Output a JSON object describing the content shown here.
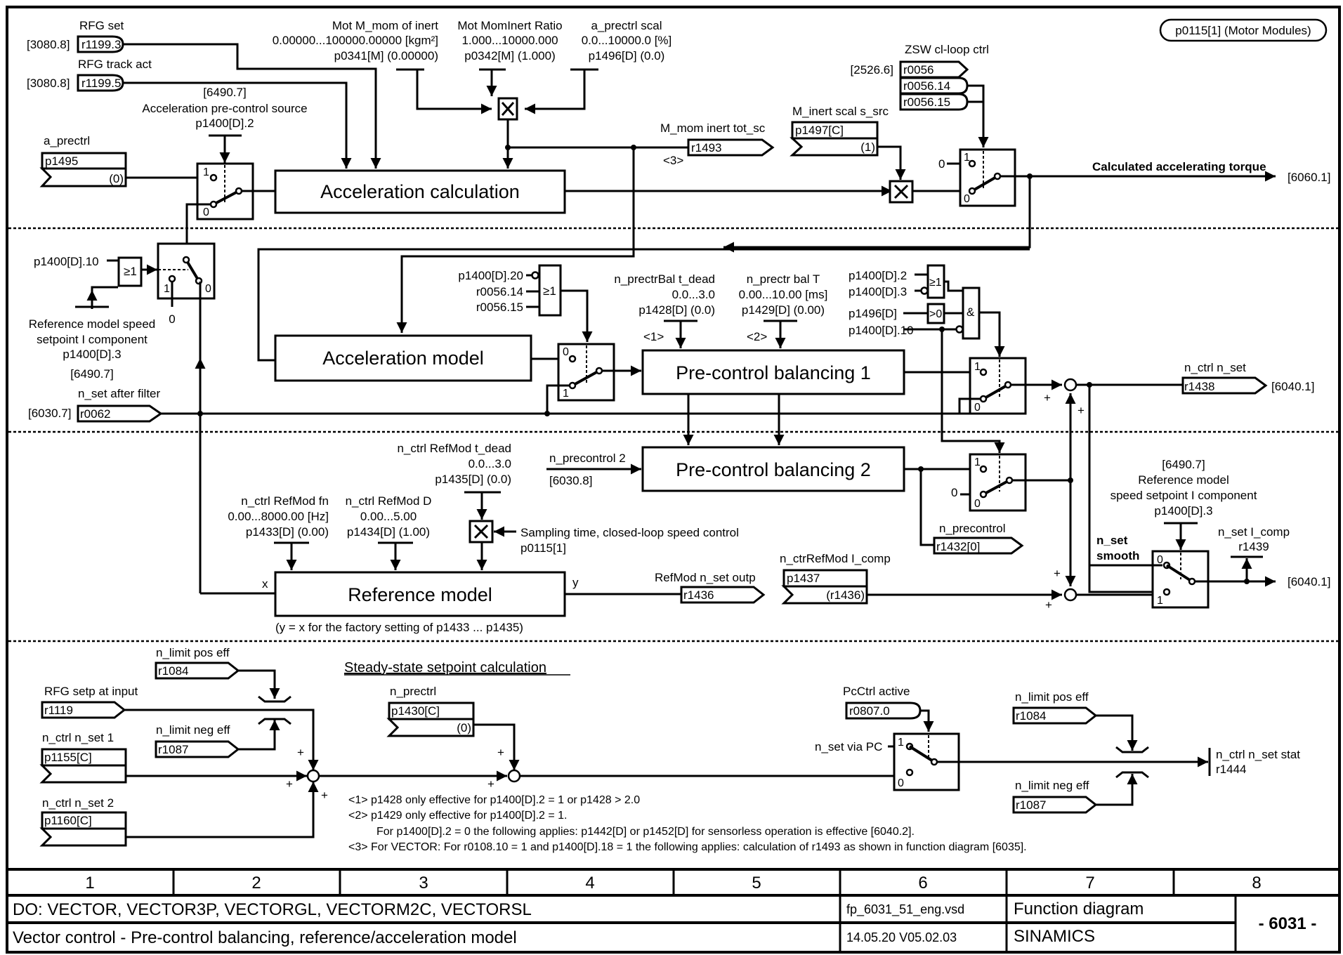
{
  "header": {
    "sampling_badge": "p0115[1] (Motor Modules)"
  },
  "section1": {
    "rfg_set_label": "RFG set",
    "rfg_set_ref": "[3080.8]",
    "rfg_set_param": "r1199.3",
    "rfg_track_label": "RFG track act",
    "rfg_track_ref": "[3080.8]",
    "rfg_track_param": "r1199.5",
    "mot_inert_label": "Mot M_mom of inert",
    "mot_inert_range": "0.00000...100000.00000 [kgm²]",
    "mot_inert_param": "p0341[M] (0.00000)",
    "mominert_ratio_label": "Mot MomInert Ratio",
    "mominert_ratio_range": "1.000...10000.000",
    "mominert_ratio_param": "p0342[M] (1.000)",
    "a_prectrl_scal_label": "a_prectrl scal",
    "a_prectrl_scal_range": "0.0...10000.0 [%]",
    "a_prectrl_scal_param": "p1496[D] (0.0)",
    "accel_source_ref": "[6490.7]",
    "accel_source_label": "Acceleration pre-control source",
    "accel_source_param": "p1400[D].2",
    "a_prectrl_label": "a_prectrl",
    "a_prectrl_param": "p1495",
    "a_prectrl_default": "(0)",
    "accel_calc_block": "Acceleration calculation",
    "m_mom_tot_label": "M_mom inert tot_sc",
    "m_mom_tot_param": "r1493",
    "m_mom_tot_note": "<3>",
    "m_inert_scal_label": "M_inert scal s_src",
    "m_inert_scal_param": "p1497[C]",
    "m_inert_scal_default": "(1)",
    "zsw_label": "ZSW cl-loop ctrl",
    "zsw_ref": "[2526.6]",
    "zsw_param": "r0056",
    "zsw_bit14": "r0056.14",
    "zsw_bit15": "r0056.15",
    "switch_const_zero": "0",
    "calc_torque_label": "Calculated accelerating torque",
    "calc_torque_ref": "[6060.1]"
  },
  "section2": {
    "p1400_10": "p1400[D].10",
    "or_gate": "≥1",
    "ref_model_speed_label_1": "Reference model speed",
    "ref_model_speed_label_2": "setpoint I component",
    "ref_model_speed_param": "p1400[D].3",
    "ref_model_speed_ref": "[6490.7]",
    "n_set_after_filter_label": "n_set after filter",
    "n_set_after_filter_ref": "[6030.7]",
    "n_set_after_filter_param": "r0062",
    "const_zero": "0",
    "accel_model_block": "Acceleration model",
    "or2_in1": "p1400[D].20",
    "or2_in2": "r0056.14",
    "or2_in3": "r0056.15",
    "bal_tdead_label": "n_prectrBal t_dead",
    "bal_tdead_range": "0.0...3.0",
    "bal_tdead_param": "p1428[D] (0.0)",
    "bal_tdead_note": "<1>",
    "bal_T_label": "n_prectr bal T",
    "bal_T_range": "0.00...10.00 [ms]",
    "bal_T_param": "p1429[D] (0.00)",
    "bal_T_note": "<2>",
    "precontrol_bal1_block": "Pre-control balancing 1",
    "logic_in1": "p1400[D].2",
    "logic_in2": "p1400[D].3",
    "logic_in3": "p1496[D]",
    "logic_in4": "p1400[D].10",
    "gt0_gate": ">0",
    "and_gate": "&",
    "n_ctrl_n_set_label": "n_ctrl n_set",
    "n_ctrl_n_set_param": "r1438",
    "n_ctrl_n_set_ref": "[6040.1]",
    "plus": "+"
  },
  "section3": {
    "refmod_tdead_label": "n_ctrl RefMod t_dead",
    "refmod_tdead_range": "0.0...3.0",
    "refmod_tdead_param": "p1435[D] (0.0)",
    "n_precontrol2_label": "n_precontrol 2",
    "n_precontrol2_ref": "[6030.8]",
    "precontrol_bal2_block": "Pre-control balancing 2",
    "refmod_fn_label": "n_ctrl RefMod fn",
    "refmod_fn_range": "0.00...8000.00 [Hz]",
    "refmod_fn_param": "p1433[D] (0.00)",
    "refmod_D_label": "n_ctrl RefMod D",
    "refmod_D_range": "0.00...5.00",
    "refmod_D_param": "p1434[D] (1.00)",
    "sampling_label": "Sampling time, closed-loop speed control",
    "sampling_param": "p0115[1]",
    "ref_model_block": "Reference model",
    "ref_model_x": "x",
    "ref_model_y": "y",
    "ref_model_note": "(y = x for the factory setting of p1433 ... p1435)",
    "refmod_out_label": "RefMod n_set outp",
    "refmod_out_param": "r1436",
    "refmod_icomp_label": "n_ctrRefMod I_comp",
    "refmod_icomp_param": "p1437",
    "refmod_icomp_default": "(r1436)",
    "n_precontrol_label": "n_precontrol",
    "n_precontrol_param": "r1432[0]",
    "ref_ref": "[6490.7]",
    "ref_label_1": "Reference model",
    "ref_label_2": "speed setpoint I component",
    "ref_param": "p1400[D].3",
    "n_set_smooth_1": "n_set",
    "n_set_smooth_2": "smooth",
    "n_set_icomp_label": "n_set I_comp",
    "n_set_icomp_param": "r1439",
    "out_ref": "[6040.1]",
    "const_zero": "0"
  },
  "section4": {
    "title": "Steady-state setpoint calculation",
    "limit_pos_label": "n_limit pos eff",
    "limit_pos_param": "r1084",
    "limit_neg_label": "n_limit neg eff",
    "limit_neg_param": "r1087",
    "rfg_setp_label": "RFG setp at input",
    "rfg_setp_param": "r1119",
    "n_set1_label": "n_ctrl n_set 1",
    "n_set1_param": "p1155[C]",
    "n_set2_label": "n_ctrl n_set 2",
    "n_set2_param": "p1160[C]",
    "n_prectrl_label": "n_prectrl",
    "n_prectrl_param": "p1430[C]",
    "n_prectrl_default": "(0)",
    "pcctrl_label": "PcCtrl active",
    "pcctrl_param": "r0807.0",
    "n_set_via_pc": "n_set via PC",
    "stat_label": "n_ctrl n_set stat",
    "stat_param": "r1444",
    "notes": [
      "<1>  p1428 only effective for p1400[D].2 = 1 or p1428 > 2.0",
      "<2>  p1429 only effective for p1400[D].2 = 1.",
      "For p1400[D].2 = 0 the following applies: p1442[D] or p1452[D] for sensorless operation is effective [6040.2].",
      "<3>  For VECTOR: For r0108.10 = 1 and p1400[D].18 = 1 the following applies: calculation of r1493 as shown in function diagram [6035]."
    ]
  },
  "footer": {
    "columns": [
      "1",
      "2",
      "3",
      "4",
      "5",
      "6",
      "7",
      "8"
    ],
    "drive_objects": "DO: VECTOR, VECTOR3P, VECTORGL, VECTORM2C, VECTORSL",
    "title": "Vector control - Pre-control balancing, reference/acceleration model",
    "file": "fp_6031_51_eng.vsd",
    "date_version": "14.05.20   V05.02.03",
    "doc_type": "Function diagram",
    "product": "SINAMICS",
    "page": "- 6031 -"
  }
}
